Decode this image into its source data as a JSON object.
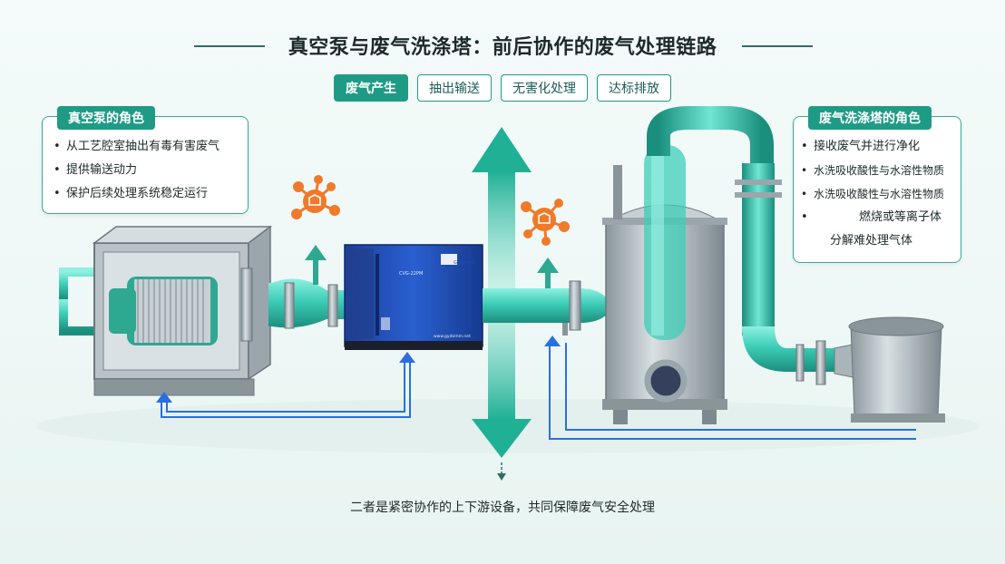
{
  "title": "真空泵与废气洗涤塔：前后协作的废气处理链路",
  "steps": [
    {
      "label": "废气产生",
      "active": true
    },
    {
      "label": "抽出输送",
      "active": false
    },
    {
      "label": "无害化处理",
      "active": false
    },
    {
      "label": "达标排放",
      "active": false
    }
  ],
  "left_box": {
    "title": "真空泵的角色",
    "items": [
      "从工艺腔室抽出有毒有害废气",
      "提供输送动力",
      "保护后续处理系统稳定运行"
    ]
  },
  "right_box": {
    "title": "废气洗涤塔的角色",
    "items": [
      "接收废气并进行净化",
      "水洗吸收酸性与水溶性物质",
      "水洗吸收酸性与水溶性物质",
      "燃烧或等离子体",
      "分解难处理气体"
    ]
  },
  "pump_label": {
    "model": "CVG-22PM",
    "brand": "Gyderom",
    "web": "www.gydomm.net"
  },
  "bottom_text": "二者是紧密协作的上下游设备，共同保障废气安全处理",
  "colors": {
    "accent": "#1f9b85",
    "pipe": "#3dcdb7",
    "arrow_blue": "#2a6fe0",
    "molecule": "#f07a2a",
    "pump": "#1d4fb8"
  }
}
